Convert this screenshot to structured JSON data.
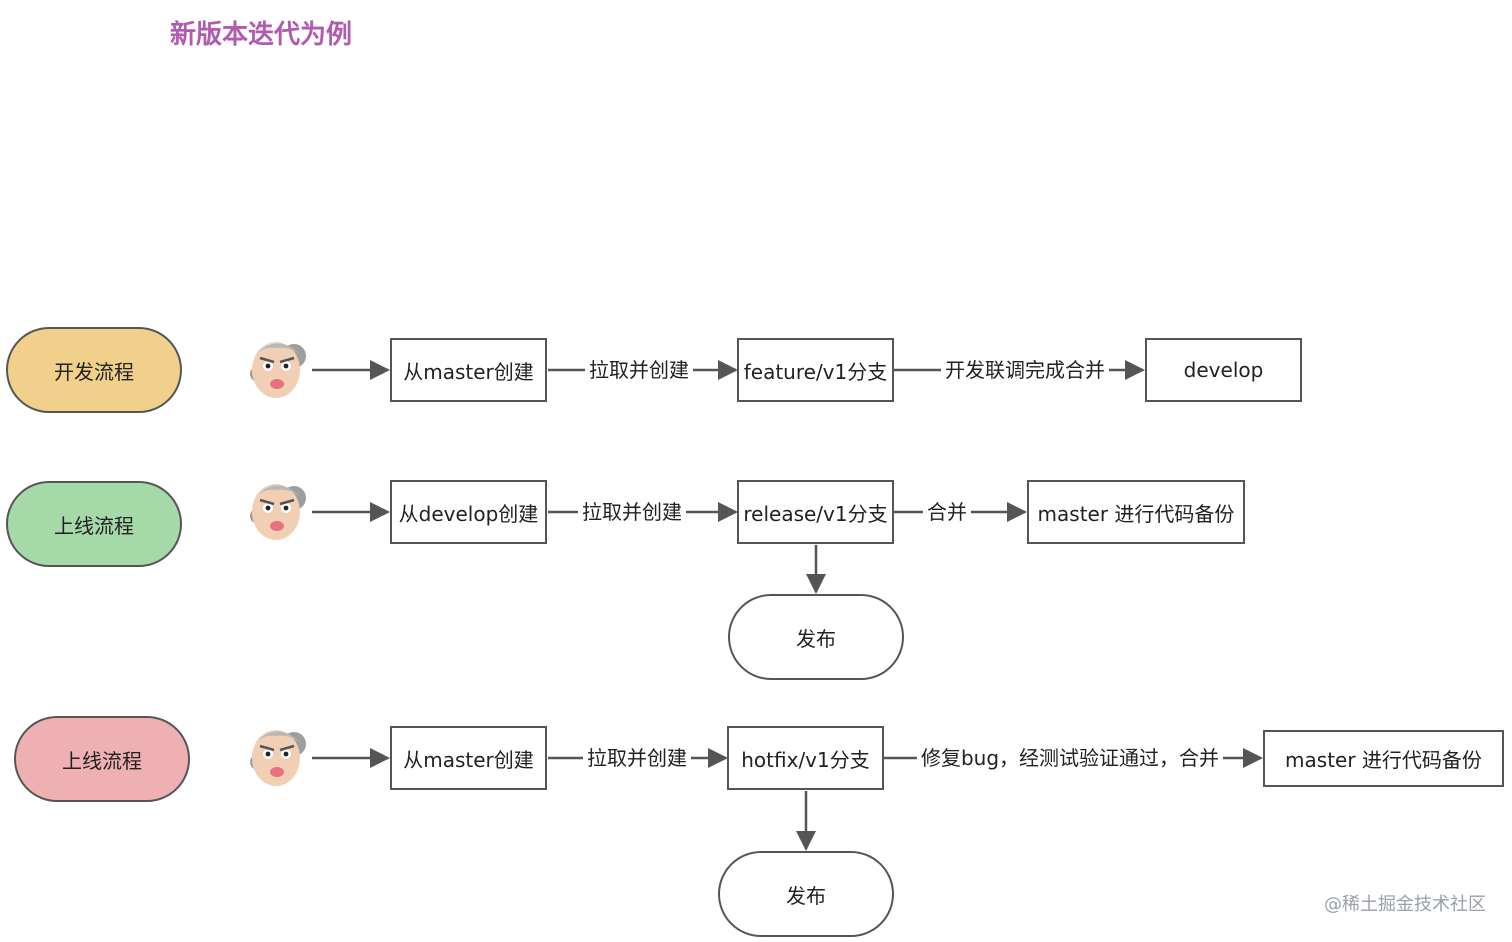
{
  "title": "新版本迭代为例",
  "rows": [
    {
      "lane": {
        "label": "开发流程",
        "color": "#f0d08a"
      },
      "source": "从master创建",
      "action1": "拉取并创建",
      "branch": "feature/v1分支",
      "action2": "开发联调完成合并",
      "target": "develop"
    },
    {
      "lane": {
        "label": "上线流程",
        "color": "#a6d9a8"
      },
      "source": "从develop创建",
      "action1": "拉取并创建",
      "branch": "release/v1分支",
      "action2": "合并",
      "target": "master 进行代码备份",
      "publish": "发布"
    },
    {
      "lane": {
        "label": "上线流程",
        "color": "#eeb0b2"
      },
      "source": "从master创建",
      "action1": "拉取并创建",
      "branch": "hotfix/v1分支",
      "action2": "修复bug，经测试验证通过，合并",
      "target": "master 进行代码备份",
      "publish": "发布"
    }
  ],
  "watermark": "@稀土掘金技术社区",
  "colors": {
    "line": "#555555",
    "title": "#b05ab0"
  }
}
